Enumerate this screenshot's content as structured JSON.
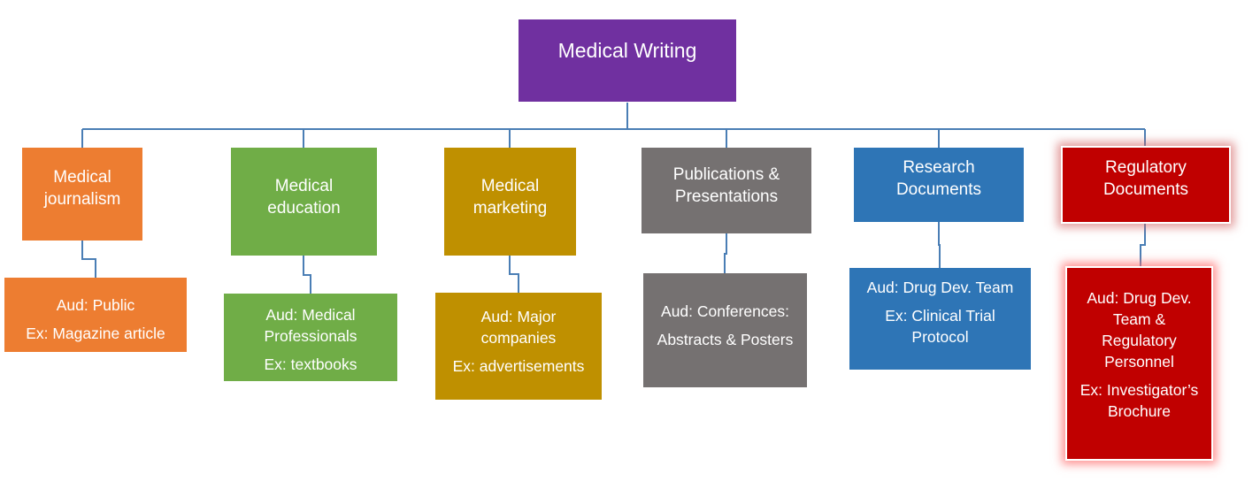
{
  "title": "Medical Writing",
  "colors": {
    "root": "#7030a0",
    "connector": "#4a7eb5",
    "journalism": "#ed7d31",
    "education": "#70ad47",
    "marketing": "#bf9000",
    "publications": "#757171",
    "research": "#2e75b6",
    "regulatory": "#c00000"
  },
  "categories": [
    {
      "id": "journalism",
      "title_lines": [
        "Medical",
        "journalism"
      ],
      "details": [
        [
          "Aud: Public"
        ],
        [
          "Ex: Magazine article"
        ]
      ],
      "highlighted": false
    },
    {
      "id": "education",
      "title_lines": [
        "Medical",
        "education"
      ],
      "details": [
        [
          "Aud: Medical",
          "Professionals"
        ],
        [
          "Ex: textbooks"
        ]
      ],
      "highlighted": false
    },
    {
      "id": "marketing",
      "title_lines": [
        "Medical",
        "marketing"
      ],
      "details": [
        [
          "Aud: Major",
          "companies"
        ],
        [
          "Ex: advertisements"
        ]
      ],
      "highlighted": false
    },
    {
      "id": "publications",
      "title_lines": [
        "Publications &",
        "Presentations"
      ],
      "details": [
        [
          "Aud: Conferences:"
        ],
        [
          "Abstracts & Posters"
        ]
      ],
      "highlighted": false
    },
    {
      "id": "research",
      "title_lines": [
        "Research",
        "Documents"
      ],
      "details": [
        [
          "Aud: Drug Dev. Team"
        ],
        [
          "Ex: Clinical Trial",
          "Protocol"
        ]
      ],
      "highlighted": false
    },
    {
      "id": "regulatory",
      "title_lines": [
        "Regulatory",
        "Documents"
      ],
      "details": [
        [
          "Aud: Drug Dev.",
          "Team &",
          "Regulatory",
          "Personnel"
        ],
        [
          "Ex: Investigator’s",
          "Brochure"
        ]
      ],
      "highlighted": true
    }
  ]
}
